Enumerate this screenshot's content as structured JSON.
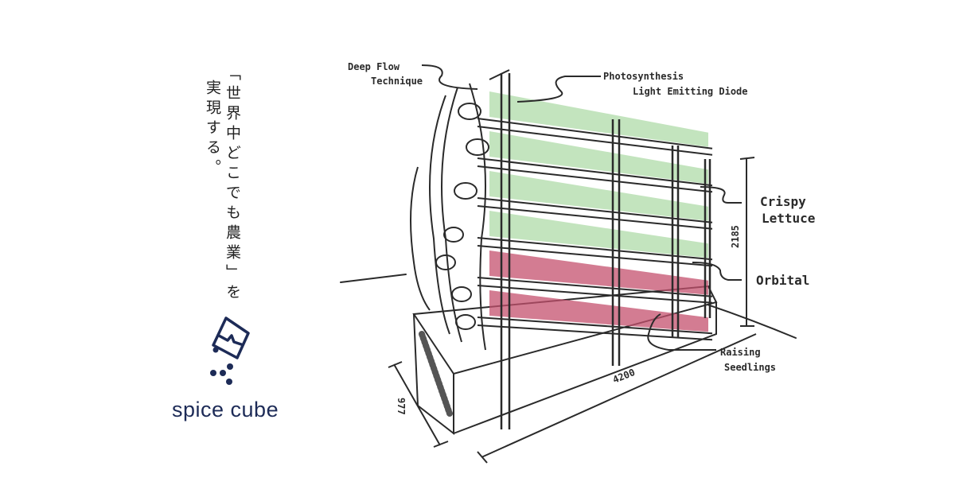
{
  "tagline": {
    "line1": "「世界中どこでも農業」を",
    "line2": "実現する。"
  },
  "brand": {
    "name": "spice cube",
    "color": "#1d2b57"
  },
  "diagram": {
    "labels": {
      "deep_flow_1": "Deep Flow",
      "deep_flow_2": "Technique",
      "led_1": "Photosynthesis",
      "led_2": "Light Emitting Diode",
      "crispy_1": "Crispy",
      "crispy_2": "Lettuce",
      "orbital": "Orbital",
      "raising_1": "Raising",
      "raising_2": "Seedlings"
    },
    "dimensions": {
      "height": "2185",
      "length": "4200",
      "depth": "977"
    },
    "colors": {
      "lettuce_green": "#b9dfb3",
      "red_lettuce": "#c4506e",
      "line": "#2a2a2a"
    }
  }
}
